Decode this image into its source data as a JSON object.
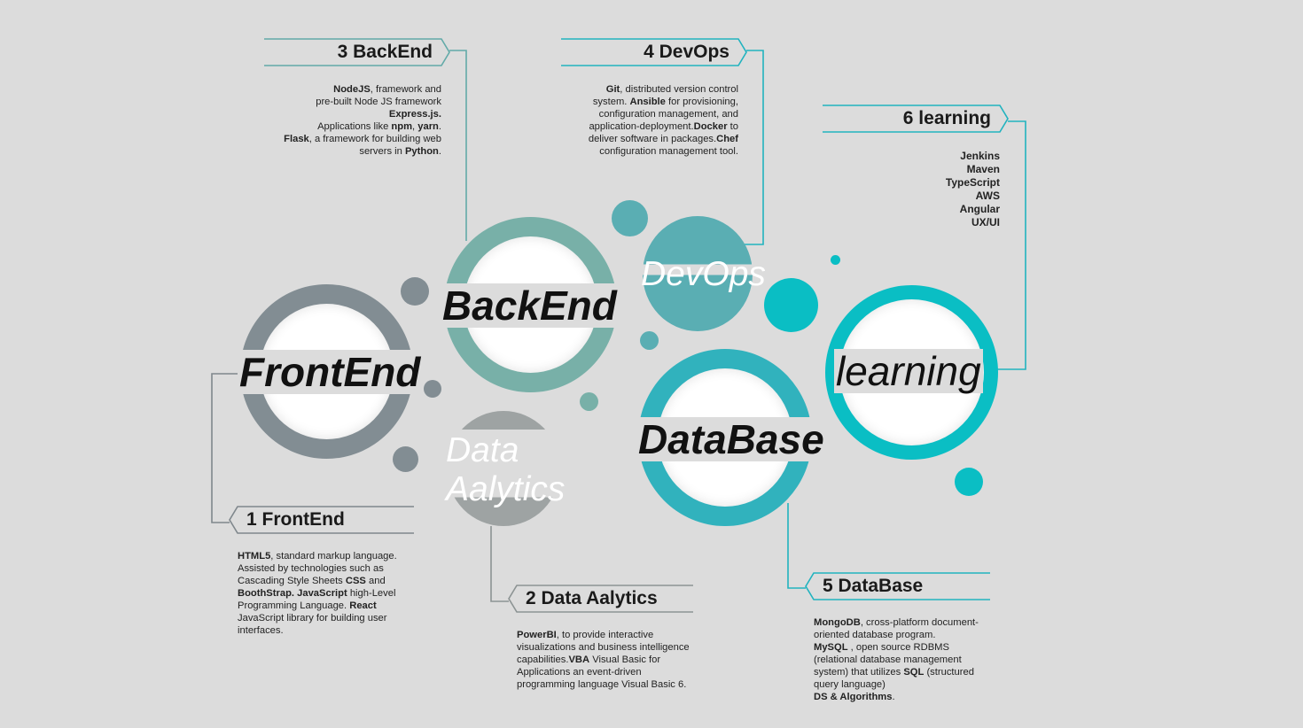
{
  "colors": {
    "background": "#dcdcdc",
    "frontend": "#828d93",
    "backend": "#78b0a8",
    "devops": "#5aaeb3",
    "data_analytics": "#9ea3a3",
    "database": "#31b2bd",
    "learning": "#0abec4",
    "connector_frontend": "#7f878c",
    "connector_backend": "#62aaa8",
    "connector_teal": "#21b3bf"
  },
  "circles": {
    "frontend": {
      "label": "FrontEnd"
    },
    "backend": {
      "label": "BackEnd"
    },
    "devops": {
      "label": "DevOps"
    },
    "data_analytics": {
      "label_line1": "Data",
      "label_line2": "Aalytics"
    },
    "database": {
      "label": "DataBase"
    },
    "learning": {
      "label": "learning"
    }
  },
  "sections": {
    "frontend": {
      "heading": "1 FrontEnd",
      "parts": [
        {
          "b": "HTML5"
        },
        {
          "t": ", standard markup language. Assisted by technologies such as Cascading Style Sheets "
        },
        {
          "b": "CSS"
        },
        {
          "t": " and "
        },
        {
          "b": "BoothStrap. JavaScript"
        },
        {
          "t": " high-Level Programming Language. "
        },
        {
          "b": "React"
        },
        {
          "t": " JavaScript library for building user interfaces."
        }
      ]
    },
    "data_analytics": {
      "heading": "2 Data Aalytics",
      "parts": [
        {
          "b": "PowerBI"
        },
        {
          "t": ", to provide interactive visualizations and business intelligence capabilities."
        },
        {
          "b": "VBA"
        },
        {
          "t": " Visual Basic for Applications an event-driven programming language Visual Basic 6."
        }
      ]
    },
    "backend": {
      "heading": "3 BackEnd",
      "parts": [
        {
          "b": "NodeJS"
        },
        {
          "t": ", framework and"
        },
        {
          "br": true
        },
        {
          "t": "pre-built Node JS framework"
        },
        {
          "br": true
        },
        {
          "b": "Express.js."
        },
        {
          "br": true
        },
        {
          "t": "Applications like "
        },
        {
          "b": "npm"
        },
        {
          "t": ", "
        },
        {
          "b": "yarn"
        },
        {
          "t": "."
        },
        {
          "br": true
        },
        {
          "b": "Flask"
        },
        {
          "t": ", a framework for building web"
        },
        {
          "br": true
        },
        {
          "t": "servers in "
        },
        {
          "b": "Python"
        },
        {
          "t": "."
        }
      ]
    },
    "devops": {
      "heading": "4 DevOps",
      "parts": [
        {
          "b": "Git"
        },
        {
          "t": ", distributed version control"
        },
        {
          "br": true
        },
        {
          "t": "system. "
        },
        {
          "b": "Ansible"
        },
        {
          "t": " for provisioning,"
        },
        {
          "br": true
        },
        {
          "t": "configuration management, and"
        },
        {
          "br": true
        },
        {
          "t": "application-deployment."
        },
        {
          "b": "Docker"
        },
        {
          "t": " to"
        },
        {
          "br": true
        },
        {
          "t": "deliver software in packages."
        },
        {
          "b": "Chef"
        },
        {
          "br": true
        },
        {
          "t": "configuration management tool."
        }
      ]
    },
    "database": {
      "heading": "5 DataBase",
      "parts": [
        {
          "b": "MongoDB"
        },
        {
          "t": ", cross-platform document-oriented database program."
        },
        {
          "br": true
        },
        {
          "b": "MySQL"
        },
        {
          "t": " , open source RDBMS (relational database management system) that utilizes "
        },
        {
          "b": "SQL"
        },
        {
          "t": " (structured query language)"
        },
        {
          "br": true
        },
        {
          "b": "DS & Algorithms"
        },
        {
          "t": "."
        }
      ]
    },
    "learning": {
      "heading": "6 learning",
      "items": [
        "Jenkins",
        "Maven",
        "TypeScript",
        "AWS",
        "Angular",
        "UX/UI"
      ]
    }
  }
}
